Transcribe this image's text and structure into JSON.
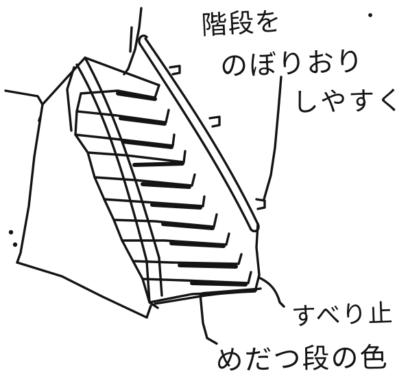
{
  "sketch": {
    "title_lines": [
      "階段を",
      "のぼりおり",
      "しやすく"
    ],
    "note_antislip": "すべり止",
    "note_color": "めだつ段の色",
    "ink_color": "#141414",
    "paper_color": "#ffffff"
  }
}
